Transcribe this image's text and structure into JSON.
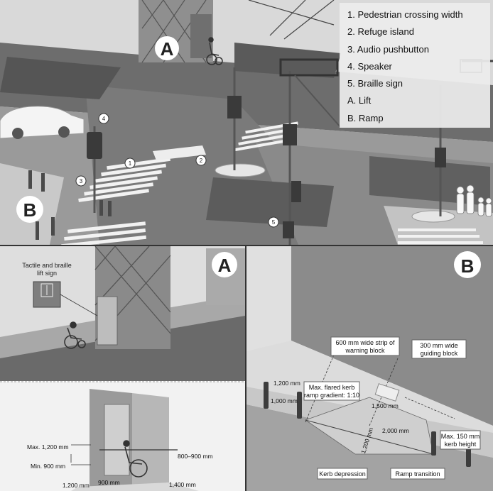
{
  "legend": {
    "items": [
      "1. Pedestrian crossing width",
      "2. Refuge island",
      "3. Audio pushbutton",
      "4. Speaker",
      "5. Braille sign",
      "A. Lift",
      "B. Ramp"
    ]
  },
  "top_panel": {
    "marker_a": "A",
    "marker_b": "B",
    "num_1": "1",
    "num_2": "2",
    "num_3": "3",
    "num_4": "4",
    "num_5": "5"
  },
  "panel_a": {
    "marker": "A",
    "sign_label_line1": "Tactile and braille",
    "sign_label_line2": "lift sign",
    "dim_max": "Max. 1,200 mm",
    "dim_min": "Min. 900 mm",
    "dim_handrail": "800–900 mm",
    "dim_1200": "1,200 mm",
    "dim_900": "900 mm",
    "dim_1400": "1,400 mm"
  },
  "panel_b": {
    "marker": "B",
    "warning_strip_line1": "600 mm wide strip of",
    "warning_strip_line2": "warning block",
    "guiding_line1": "300 mm wide",
    "guiding_line2": "guiding block",
    "gradient_line1": "Max. flared kerb",
    "gradient_line2": "ramp gradient: 1:10",
    "dim_1200": "1,200 mm",
    "dim_1000": "1,000 mm",
    "dim_1500": "1,500 mm",
    "dim_2000": "2,000 mm",
    "dim_1200b": "1,200 mm",
    "kerb_line1": "Max. 150 mm",
    "kerb_line2": "kerb height",
    "kerb_depression": "Kerb depression",
    "ramp_transition": "Ramp transition"
  },
  "colors": {
    "road": "#7d7d7d",
    "road_dark": "#5f5f5f",
    "pavement": "#d6d6d6",
    "wall": "#8c8c8c",
    "panel_bg": "#e9e9e9"
  }
}
